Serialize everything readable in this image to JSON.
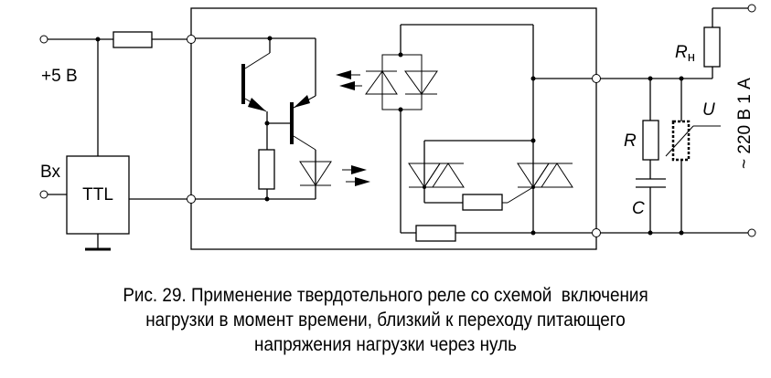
{
  "figure": {
    "labels": {
      "supply": "+5 В",
      "input": "Вх",
      "logic_block": "TTL",
      "load_resistor": "R",
      "load_resistor_sub": "н",
      "snubber_resistor": "R",
      "snubber_capacitor": "C",
      "varistor": "U",
      "mains": "~ 220 В 1 А"
    },
    "caption": [
      "Рис. 29. Применение твердотельного реле со схемой  включения",
      "нагрузки в момент времени, близкий к переходу питающего",
      "напряжения нагрузки через нуль"
    ]
  }
}
